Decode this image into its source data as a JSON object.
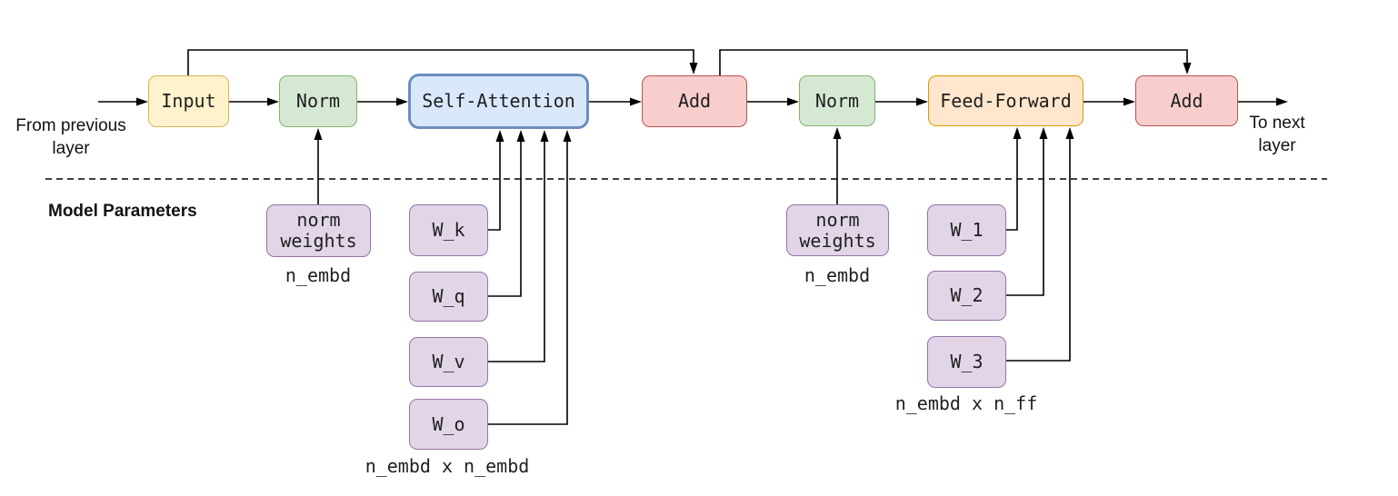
{
  "diagram_type": "transformer-layer-architecture",
  "line_color": "#000000",
  "flow": {
    "from_label": "From previous layer",
    "to_label": "To next layer",
    "blocks": {
      "input": {
        "label": "Input",
        "fill": "#FFF2CC",
        "stroke": "#D6B656"
      },
      "norm1": {
        "label": "Norm",
        "fill": "#D5E8D4",
        "stroke": "#82B366"
      },
      "self_attention": {
        "label": "Self-Attention",
        "fill": "#DAE8FC",
        "stroke": "#6C8EBF"
      },
      "add1": {
        "label": "Add",
        "fill": "#F8CECC",
        "stroke": "#B85450"
      },
      "norm2": {
        "label": "Norm",
        "fill": "#D5E8D4",
        "stroke": "#82B366"
      },
      "feed_forward": {
        "label": "Feed-Forward",
        "fill": "#FFE6CC",
        "stroke": "#D79B00"
      },
      "add2": {
        "label": "Add",
        "fill": "#F8CECC",
        "stroke": "#B85450"
      }
    }
  },
  "parameters": {
    "section_label": "Model Parameters",
    "param_fill": "#E1D5E7",
    "param_stroke": "#9673A6",
    "norm1_weights": {
      "label": "norm weights",
      "dimension": "n_embd"
    },
    "attention_weights": {
      "labels": [
        "W_k",
        "W_q",
        "W_v",
        "W_o"
      ],
      "dimension": "n_embd x n_embd"
    },
    "norm2_weights": {
      "label": "norm weights",
      "dimension": "n_embd"
    },
    "ff_weights": {
      "labels": [
        "W_1",
        "W_2",
        "W_3"
      ],
      "dimension": "n_embd x n_ff"
    }
  }
}
